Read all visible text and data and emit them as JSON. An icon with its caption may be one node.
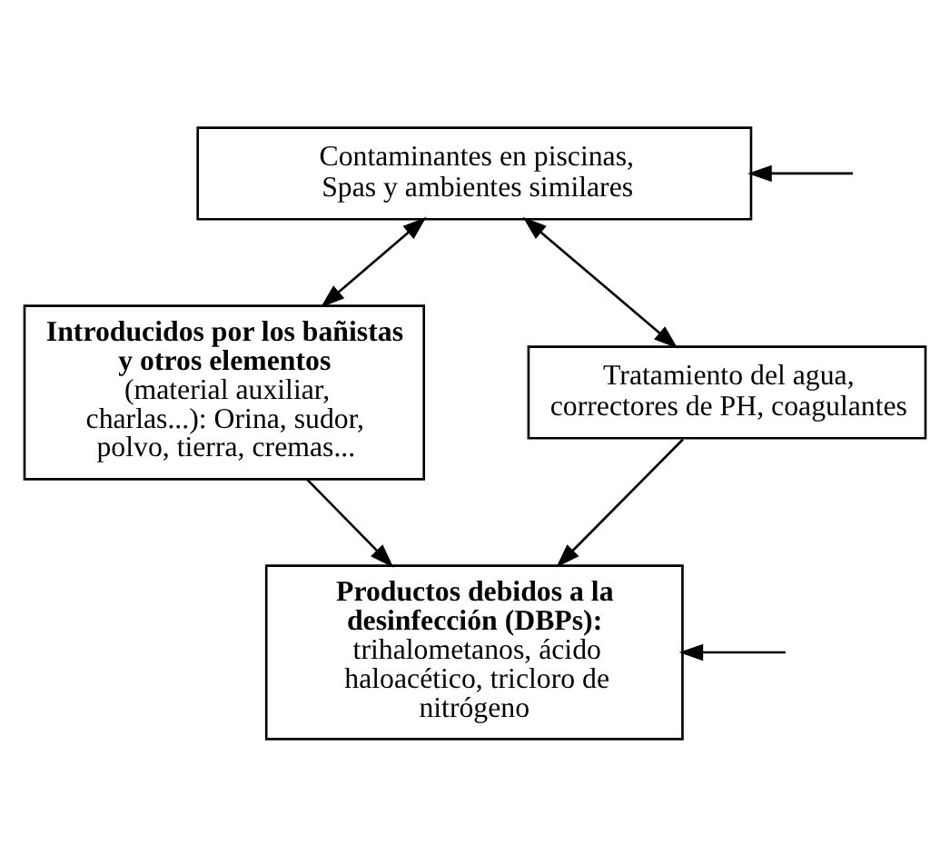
{
  "diagram": {
    "nodes": [
      {
        "text": [
          "Contaminantes en piscinas, Spas y ambientes similares"
        ]
      },
      {
        "text": [
          "Introducidos por los bañistas y otros elementos",
          "(material auxiliar, charlas...): Orina, sudor, polvo, tierra, cremas..."
        ]
      },
      {
        "text": [
          "Tratamiento del agua, correctores de PH, coagulantes"
        ]
      },
      {
        "text": [
          "Productos debidos a la desinfección (DBPs):",
          "trihalometanos, ácido haloacético, tricloro de nitrógeno"
        ]
      }
    ],
    "edges": [
      {
        "from": 0,
        "to": 1,
        "arrow": "both"
      },
      {
        "from": 0,
        "to": 2,
        "arrow": "both"
      },
      {
        "from": 1,
        "to": 3,
        "arrow": "to"
      },
      {
        "from": 2,
        "to": 3,
        "arrow": "to"
      },
      {
        "from": null,
        "to": 0,
        "arrow": "to"
      },
      {
        "from": null,
        "to": 3,
        "arrow": "to"
      }
    ]
  }
}
